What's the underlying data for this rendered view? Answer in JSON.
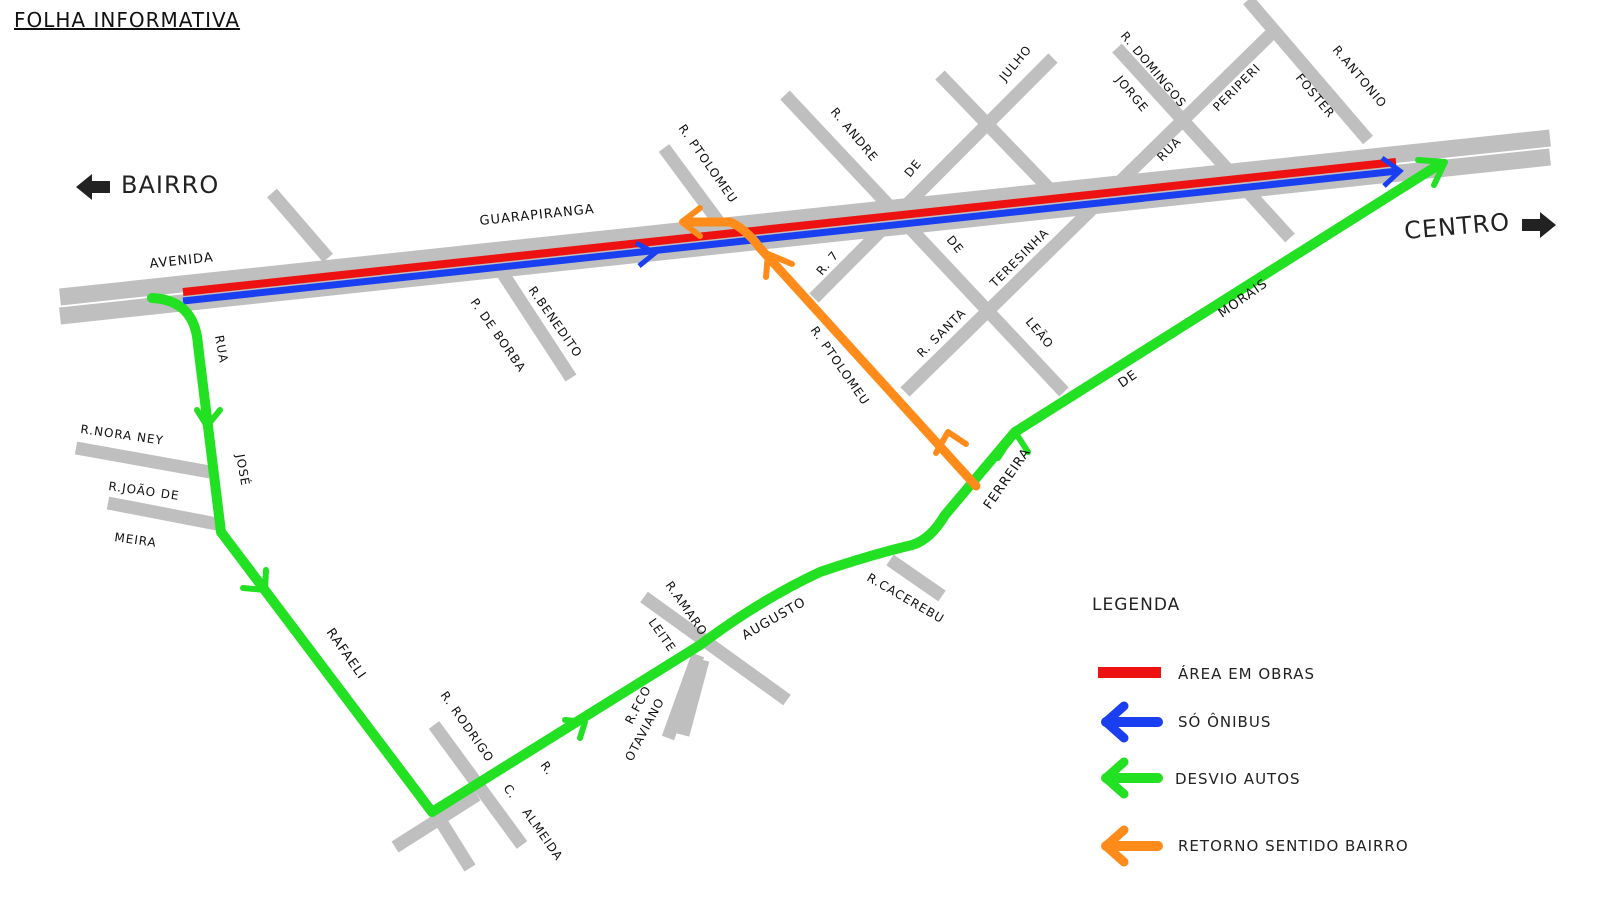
{
  "header": {
    "title": "FOLHA INFORMATIVA"
  },
  "directions": {
    "left": "BAIRRO",
    "right": "CENTRO"
  },
  "streets": {
    "avenida": "AVENIDA",
    "guarapiranga": "GUARAPIRANGA",
    "rua": "RUA",
    "jose": "JOSÉ",
    "rafaeli": "RAFAELI",
    "nora_ney": "R.NORA NEY",
    "joao_de": "R.JOÃO DE",
    "meira": "MEIRA",
    "benedito": "R.BENEDITO",
    "p_de_borba": "P. DE BORBA",
    "ptolomeu_top": "R. PTOLOMEU",
    "ptolomeu_mid": "R. PTOLOMEU",
    "r7": "R. 7",
    "r_andre": "R. ANDRE",
    "de_1": "DE",
    "julho": "JULHO",
    "de_2": "DE",
    "r_domingos": "R. DOMINGOS",
    "jorge": "JORGE",
    "rua_2": "RUA",
    "periperi": "PERIPERI",
    "foster": "FOSTER",
    "r_antonio": "R.ANTONIO",
    "teresinha": "TERESINHA",
    "r_santa": "R. SANTA",
    "leao": "LEÃO",
    "morais": "MORAIS",
    "de_3": "DE",
    "ferreira": "FERREIRA",
    "r_cacerebu": "R.CACEREBU",
    "augusto": "AUGUSTO",
    "r_amaro": "R.AMARO",
    "leite": "LEITE",
    "r_fco": "R.FCO",
    "otaviano": "OTAVIANO",
    "r_rodrigo": "R. RODRIGO",
    "r_dot": "R.",
    "c": "C.",
    "almeida": "ALMEIDA"
  },
  "legend": {
    "title": "LEGENDA",
    "items": [
      {
        "label": "ÁREA EM OBRAS",
        "color": "#ee1111",
        "icon": "red-bar"
      },
      {
        "label": "SÓ ÔNIBUS",
        "color": "#1a3ff0",
        "icon": "blue-arrow-left-icon"
      },
      {
        "label": "DESVIO AUTOS",
        "color": "#22e022",
        "icon": "green-arrow-left-icon"
      },
      {
        "label": "RETORNO SENTIDO BAIRRO",
        "color": "#ff8c1a",
        "icon": "orange-arrow-left-icon"
      }
    ]
  },
  "colors": {
    "street": "#bfbfbf",
    "works": "#ee1111",
    "bus": "#1a3ff0",
    "detour": "#22e022",
    "return": "#ff8c1a"
  }
}
